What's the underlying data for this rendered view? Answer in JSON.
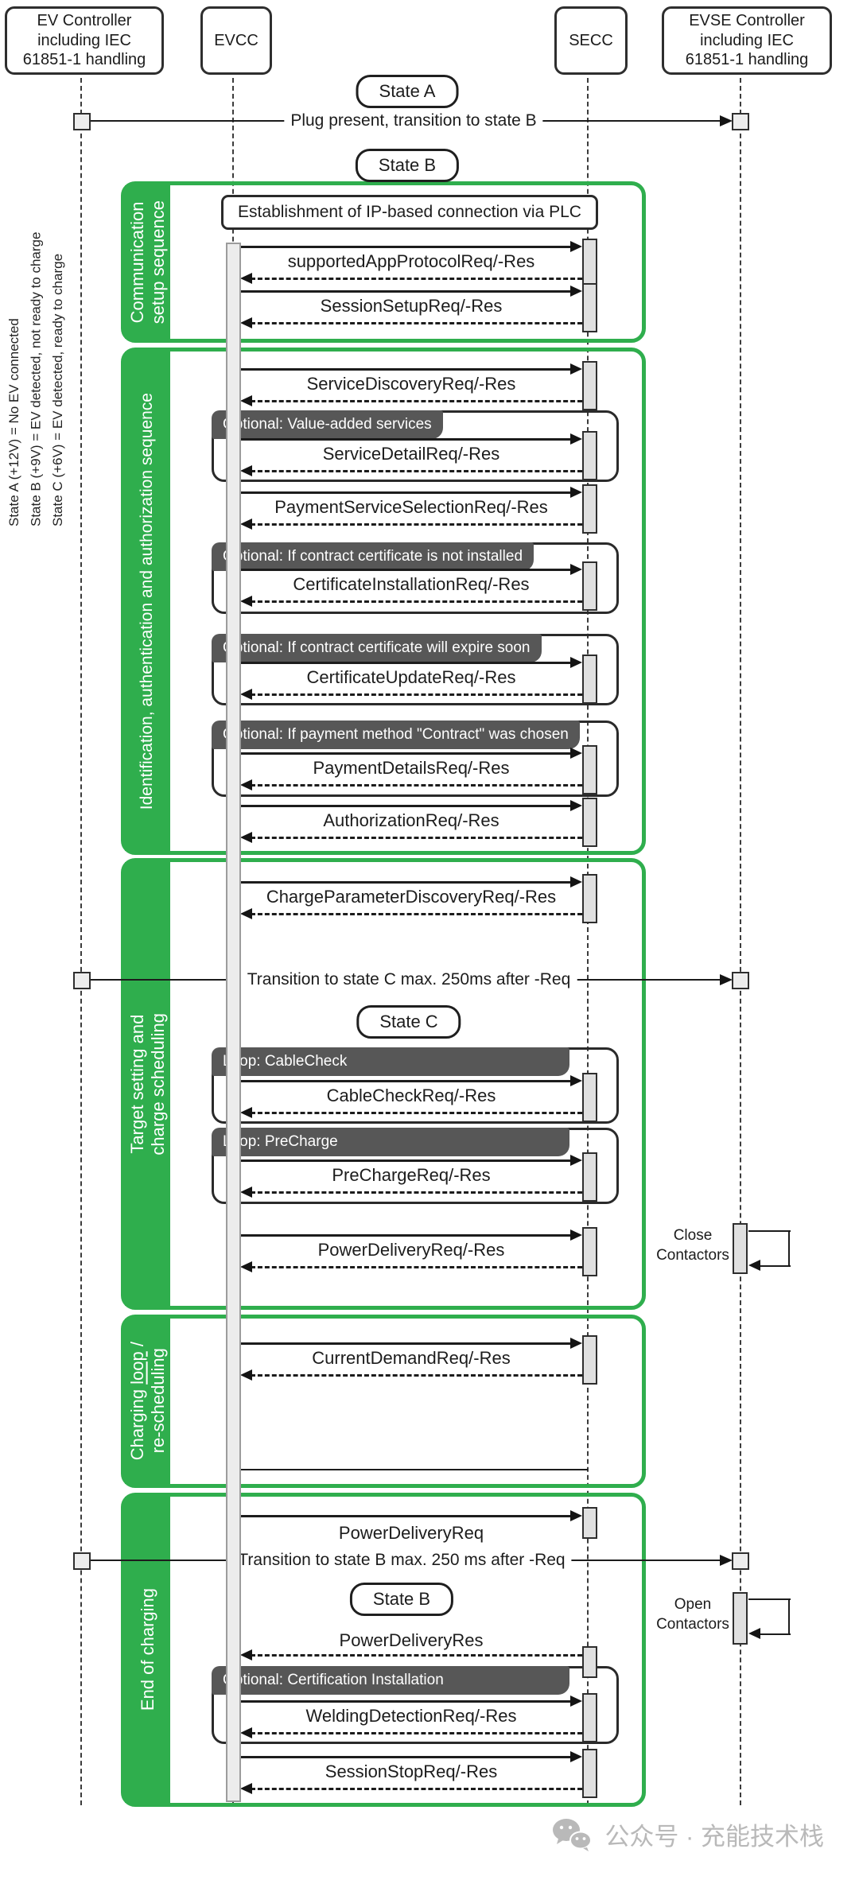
{
  "legend": "State A (+12V) = No EV connected\nState B (+9V) = EV detected, not ready to charge\nState C (+6V) = EV detected, ready to charge",
  "actors": {
    "ev": "EV Controller\nincluding IEC\n61851-1 handling",
    "evcc": "EVCC",
    "secc": "SECC",
    "evse": "EVSE Controller\nincluding IEC\n61851-1 handling"
  },
  "top": {
    "state_a": "State A",
    "plug": "Plug present, transition to state B",
    "state_b": "State B"
  },
  "comm": {
    "label": "Communication\nsetup sequence",
    "ip": "Establishment of IP-based connection via PLC",
    "m1": "supportedAppProtocolReq/-Res",
    "m2": "SessionSetupReq/-Res"
  },
  "auth": {
    "label": "Identification, authentication and authorization sequence",
    "m1": "ServiceDiscoveryReq/-Res",
    "o1": "Optional: Value-added services",
    "m2": "ServiceDetailReq/-Res",
    "m3": "PaymentServiceSelectionReq/-Res",
    "o2": "Optional: If contract certificate is not installed",
    "m4": "CertificateInstallationReq/-Res",
    "o3": "Optional: If contract certificate will expire soon",
    "m5": "CertificateUpdateReq/-Res",
    "o4": "Optional: If payment method \"Contract\" was chosen",
    "m6": "PaymentDetailsReq/-Res",
    "m7": "AuthorizationReq/-Res"
  },
  "target": {
    "label": "Target setting and\ncharge scheduling",
    "m1": "ChargeParameterDiscoveryReq/-Res",
    "trans": "Transition to state C max. 250ms after -Req",
    "state_c": "State C",
    "l1": "Loop: CableCheck",
    "m2": "CableCheckReq/-Res",
    "l2": "Loop: PreCharge",
    "m3": "PreChargeReq/-Res",
    "m4": "PowerDeliveryReq/-Res",
    "close": "Close\nContactors"
  },
  "charging": {
    "l1a": "Charging ",
    "l1b": "loop",
    "l1c": " /",
    "l2": "re-scheduling",
    "m1": "CurrentDemandReq/-Res"
  },
  "end": {
    "label": "End of charging",
    "m1": "PowerDeliveryReq",
    "trans": "Transition to state B max. 250 ms after -Req",
    "state_b": "State B",
    "m2": "PowerDeliveryRes",
    "open": "Open\nContactors",
    "o1": "Optional: Certification Installation",
    "m3": "WeldingDetectionReq/-Res",
    "m4": "SessionStopReq/-Res"
  },
  "watermark": "公众号 · 充能技术栈",
  "colors": {
    "green": "#2fae4d",
    "tab_gray": "#575757"
  }
}
